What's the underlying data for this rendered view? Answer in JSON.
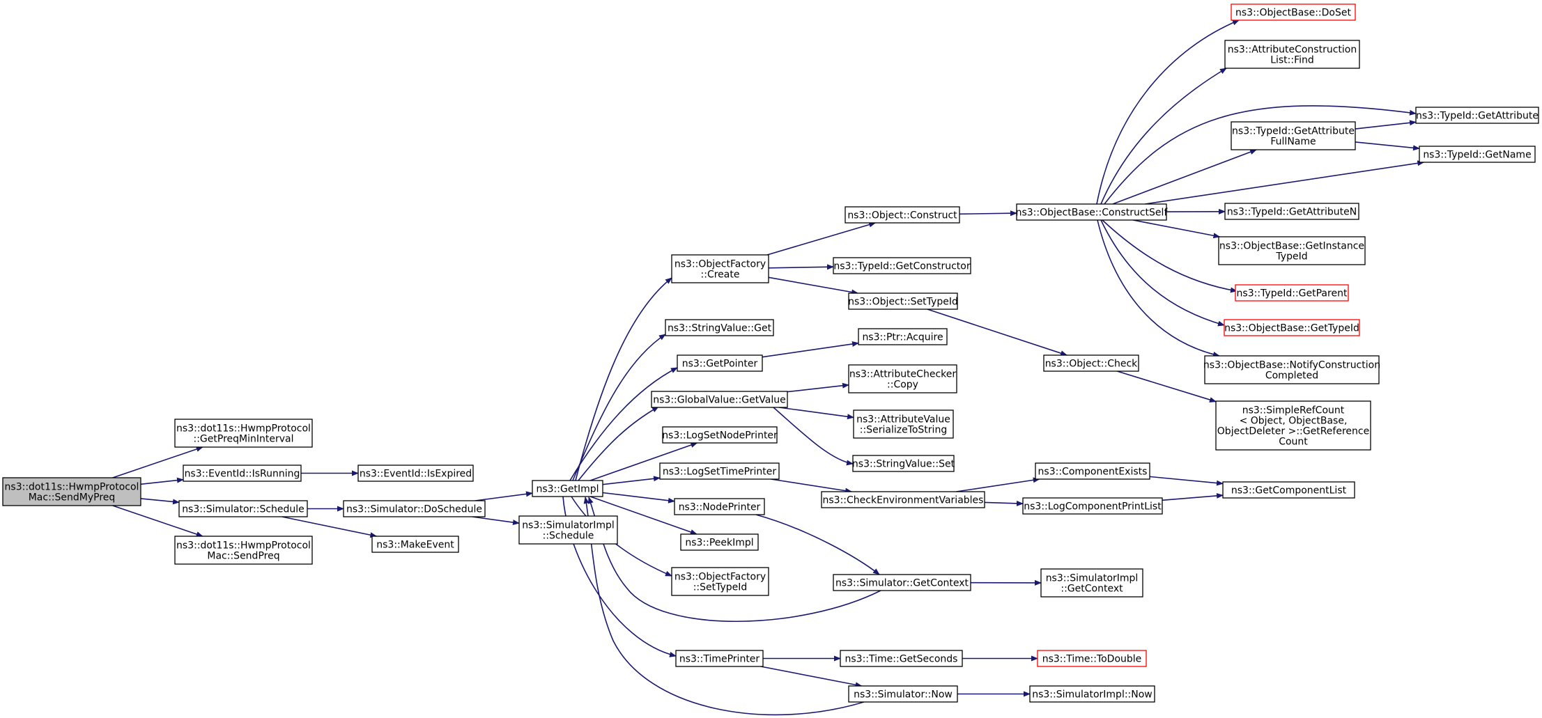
{
  "graph": {
    "colors": {
      "edge": "#191970",
      "node_border": "#000000",
      "truncated_border": "#ff0000",
      "root_fill": "#bfbfbf"
    },
    "nodes": {
      "sendmypreq": {
        "lines": [
          "ns3::dot11s::HwmpProtocol",
          "Mac::SendMyPreq"
        ],
        "root": true
      },
      "getpreqmininterval": {
        "lines": [
          "ns3::dot11s::HwmpProtocol",
          "::GetPreqMinInterval"
        ]
      },
      "eventid_isrunning": {
        "lines": [
          "ns3::EventId::IsRunning"
        ]
      },
      "eventid_isexpired": {
        "lines": [
          "ns3::EventId::IsExpired"
        ]
      },
      "simulator_schedule": {
        "lines": [
          "ns3::Simulator::Schedule"
        ]
      },
      "simulator_doschedule": {
        "lines": [
          "ns3::Simulator::DoSchedule"
        ]
      },
      "makeevent": {
        "lines": [
          "ns3::MakeEvent"
        ]
      },
      "sendpreq": {
        "lines": [
          "ns3::dot11s::HwmpProtocol",
          "Mac::SendPreq"
        ]
      },
      "getimpl": {
        "lines": [
          "ns3::GetImpl"
        ]
      },
      "simulatorimpl_schedule": {
        "lines": [
          "ns3::SimulatorImpl",
          "::Schedule"
        ]
      },
      "objectfactory_create": {
        "lines": [
          "ns3::ObjectFactory",
          "::Create"
        ]
      },
      "stringvalue_get": {
        "lines": [
          "ns3::StringValue::Get"
        ]
      },
      "getpointer": {
        "lines": [
          "ns3::GetPointer"
        ]
      },
      "globalvalue_getvalue": {
        "lines": [
          "ns3::GlobalValue::GetValue"
        ]
      },
      "logsetnodeprinter": {
        "lines": [
          "ns3::LogSetNodePrinter"
        ]
      },
      "logsettimeprinter": {
        "lines": [
          "ns3::LogSetTimePrinter"
        ]
      },
      "nodeprinter": {
        "lines": [
          "ns3::NodePrinter"
        ]
      },
      "peekimpl": {
        "lines": [
          "ns3::PeekImpl"
        ]
      },
      "objectfactory_settypeid": {
        "lines": [
          "ns3::ObjectFactory",
          "::SetTypeId"
        ]
      },
      "timeprinter": {
        "lines": [
          "ns3::TimePrinter"
        ]
      },
      "object_construct": {
        "lines": [
          "ns3::Object::Construct"
        ]
      },
      "typeid_getconstructor": {
        "lines": [
          "ns3::TypeId::GetConstructor"
        ]
      },
      "object_settypeid": {
        "lines": [
          "ns3::Object::SetTypeId"
        ]
      },
      "ptr_acquire": {
        "lines": [
          "ns3::Ptr::Acquire"
        ]
      },
      "attributechecker_copy": {
        "lines": [
          "ns3::AttributeChecker",
          "::Copy"
        ]
      },
      "attributevalue_serialize": {
        "lines": [
          "ns3::AttributeValue",
          "::SerializeToString"
        ]
      },
      "stringvalue_set": {
        "lines": [
          "ns3::StringValue::Set"
        ]
      },
      "checkenvvars": {
        "lines": [
          "ns3::CheckEnvironmentVariables"
        ]
      },
      "simulator_getcontext": {
        "lines": [
          "ns3::Simulator::GetContext"
        ]
      },
      "time_getseconds": {
        "lines": [
          "ns3::Time::GetSeconds"
        ]
      },
      "simulator_now": {
        "lines": [
          "ns3::Simulator::Now"
        ]
      },
      "objectbase_constructself": {
        "lines": [
          "ns3::ObjectBase::ConstructSelf"
        ]
      },
      "object_check": {
        "lines": [
          "ns3::Object::Check"
        ]
      },
      "componentexists": {
        "lines": [
          "ns3::ComponentExists"
        ]
      },
      "logcomponentprintlist": {
        "lines": [
          "ns3::LogComponentPrintList"
        ]
      },
      "simulatorimpl_getcontext": {
        "lines": [
          "ns3::SimulatorImpl",
          "::GetContext"
        ]
      },
      "time_todouble": {
        "lines": [
          "ns3::Time::ToDouble"
        ],
        "truncated": true
      },
      "simulatorimpl_now": {
        "lines": [
          "ns3::SimulatorImpl::Now"
        ]
      },
      "objectbase_doset": {
        "lines": [
          "ns3::ObjectBase::DoSet"
        ],
        "truncated": true
      },
      "attrconstructionlist_find": {
        "lines": [
          "ns3::AttributeConstruction",
          "List::Find"
        ]
      },
      "typeid_getattributefullname": {
        "lines": [
          "ns3::TypeId::GetAttribute",
          "FullName"
        ]
      },
      "typeid_getattributen": {
        "lines": [
          "ns3::TypeId::GetAttributeN"
        ]
      },
      "objectbase_getinstancetypeid": {
        "lines": [
          "ns3::ObjectBase::GetInstance",
          "TypeId"
        ]
      },
      "typeid_getparent": {
        "lines": [
          "ns3::TypeId::GetParent"
        ],
        "truncated": true
      },
      "objectbase_gettypeid": {
        "lines": [
          "ns3::ObjectBase::GetTypeId"
        ],
        "truncated": true
      },
      "objectbase_notifyconstructioncompleted": {
        "lines": [
          "ns3::ObjectBase::NotifyConstruction",
          "Completed"
        ]
      },
      "simplerefcount_getreferencecount": {
        "lines": [
          "ns3::SimpleRefCount",
          "< Object, ObjectBase,",
          " ObjectDeleter >::GetReference",
          "Count"
        ]
      },
      "getcomponentlist": {
        "lines": [
          "ns3::GetComponentList"
        ]
      },
      "typeid_getattribute": {
        "lines": [
          "ns3::TypeId::GetAttribute"
        ]
      },
      "typeid_getname": {
        "lines": [
          "ns3::TypeId::GetName"
        ]
      }
    },
    "edges": [
      [
        "sendmypreq",
        "getpreqmininterval"
      ],
      [
        "sendmypreq",
        "eventid_isrunning"
      ],
      [
        "sendmypreq",
        "simulator_schedule"
      ],
      [
        "sendmypreq",
        "sendpreq"
      ],
      [
        "eventid_isrunning",
        "eventid_isexpired"
      ],
      [
        "simulator_schedule",
        "simulator_doschedule"
      ],
      [
        "simulator_schedule",
        "makeevent"
      ],
      [
        "simulator_doschedule",
        "getimpl"
      ],
      [
        "simulator_doschedule",
        "simulatorimpl_schedule"
      ],
      [
        "getimpl",
        "objectfactory_create"
      ],
      [
        "getimpl",
        "stringvalue_get"
      ],
      [
        "getimpl",
        "getpointer"
      ],
      [
        "getimpl",
        "globalvalue_getvalue"
      ],
      [
        "getimpl",
        "logsetnodeprinter"
      ],
      [
        "getimpl",
        "logsettimeprinter"
      ],
      [
        "getimpl",
        "nodeprinter"
      ],
      [
        "getimpl",
        "peekimpl"
      ],
      [
        "getimpl",
        "objectfactory_settypeid"
      ],
      [
        "getimpl",
        "timeprinter"
      ],
      [
        "objectfactory_create",
        "object_construct"
      ],
      [
        "objectfactory_create",
        "typeid_getconstructor"
      ],
      [
        "objectfactory_create",
        "object_settypeid"
      ],
      [
        "getpointer",
        "ptr_acquire"
      ],
      [
        "globalvalue_getvalue",
        "attributechecker_copy"
      ],
      [
        "globalvalue_getvalue",
        "attributevalue_serialize"
      ],
      [
        "globalvalue_getvalue",
        "stringvalue_set"
      ],
      [
        "logsettimeprinter",
        "checkenvvars"
      ],
      [
        "nodeprinter",
        "simulator_getcontext"
      ],
      [
        "simulator_getcontext",
        "getimpl"
      ],
      [
        "timeprinter",
        "time_getseconds"
      ],
      [
        "timeprinter",
        "simulator_now"
      ],
      [
        "simulator_now",
        "getimpl"
      ],
      [
        "object_construct",
        "objectbase_constructself"
      ],
      [
        "object_settypeid",
        "object_check"
      ],
      [
        "checkenvvars",
        "componentexists"
      ],
      [
        "checkenvvars",
        "logcomponentprintlist"
      ],
      [
        "simulator_getcontext",
        "simulatorimpl_getcontext"
      ],
      [
        "time_getseconds",
        "time_todouble"
      ],
      [
        "simulator_now",
        "simulatorimpl_now"
      ],
      [
        "objectbase_constructself",
        "objectbase_doset"
      ],
      [
        "objectbase_constructself",
        "attrconstructionlist_find"
      ],
      [
        "objectbase_constructself",
        "typeid_getattribute"
      ],
      [
        "objectbase_constructself",
        "typeid_getattributefullname"
      ],
      [
        "objectbase_constructself",
        "typeid_getname"
      ],
      [
        "objectbase_constructself",
        "typeid_getattributen"
      ],
      [
        "objectbase_constructself",
        "objectbase_getinstancetypeid"
      ],
      [
        "objectbase_constructself",
        "typeid_getparent"
      ],
      [
        "objectbase_constructself",
        "objectbase_gettypeid"
      ],
      [
        "objectbase_constructself",
        "objectbase_notifyconstructioncompleted"
      ],
      [
        "object_check",
        "simplerefcount_getreferencecount"
      ],
      [
        "typeid_getattributefullname",
        "typeid_getattribute"
      ],
      [
        "typeid_getattributefullname",
        "typeid_getname"
      ],
      [
        "componentexists",
        "getcomponentlist"
      ],
      [
        "logcomponentprintlist",
        "getcomponentlist"
      ]
    ]
  }
}
